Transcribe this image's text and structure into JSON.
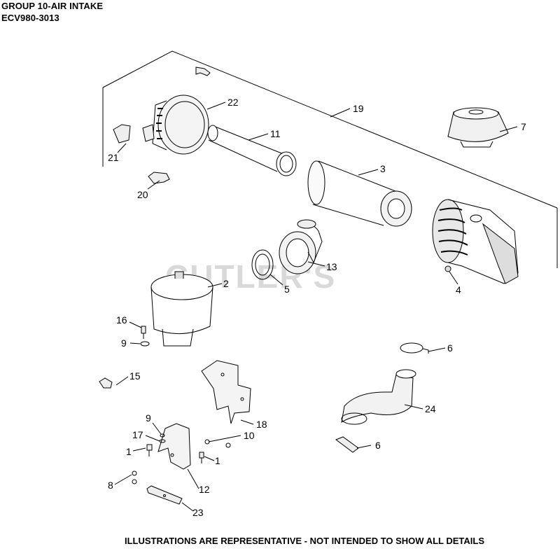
{
  "header": {
    "title": "GROUP 10-AIR INTAKE",
    "model": "ECV980-3013"
  },
  "footer": {
    "note": "ILLUSTRATIONS ARE REPRESENTATIVE - NOT INTENDED TO SHOW ALL DETAILS"
  },
  "watermark": "CUTLER'S",
  "callouts": [
    {
      "id": "c22",
      "label": "22"
    },
    {
      "id": "c19",
      "label": "19"
    },
    {
      "id": "c11",
      "label": "11"
    },
    {
      "id": "c7",
      "label": "7"
    },
    {
      "id": "c21",
      "label": "21"
    },
    {
      "id": "c3",
      "label": "3"
    },
    {
      "id": "c20",
      "label": "20"
    },
    {
      "id": "c13",
      "label": "13"
    },
    {
      "id": "c2",
      "label": "2"
    },
    {
      "id": "c5",
      "label": "5"
    },
    {
      "id": "c4",
      "label": "4"
    },
    {
      "id": "c16",
      "label": "16"
    },
    {
      "id": "c9a",
      "label": "9"
    },
    {
      "id": "c6a",
      "label": "6"
    },
    {
      "id": "c15",
      "label": "15"
    },
    {
      "id": "c24",
      "label": "24"
    },
    {
      "id": "c18",
      "label": "18"
    },
    {
      "id": "c9b",
      "label": "9"
    },
    {
      "id": "c17",
      "label": "17"
    },
    {
      "id": "c10",
      "label": "10"
    },
    {
      "id": "c6b",
      "label": "6"
    },
    {
      "id": "c1a",
      "label": "1"
    },
    {
      "id": "c1b",
      "label": "1"
    },
    {
      "id": "c8",
      "label": "8"
    },
    {
      "id": "c12",
      "label": "12"
    },
    {
      "id": "c23",
      "label": "23"
    }
  ]
}
